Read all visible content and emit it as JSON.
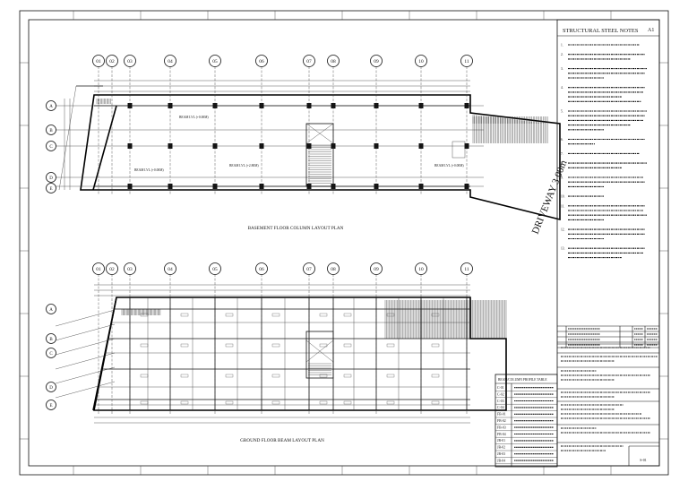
{
  "drawing": {
    "plans": {
      "basement_title": "BASEMENT FLOOR COLUMN LAYOUT PLAN",
      "ground_title": "GROUND FLOOR BEAM LAYOUT PLAN",
      "driveway_label": "DRIVEWAY 3.00m"
    },
    "grid_columns": [
      "01",
      "02",
      "03",
      "04",
      "05",
      "06",
      "07",
      "08",
      "09",
      "10",
      "11"
    ],
    "grid_rows": [
      "A",
      "B",
      "C",
      "D",
      "E"
    ],
    "title_block": {
      "notes_title": "STRUCTURAL STEEL NOTES",
      "sheet_ref": "A1",
      "note_numbers": [
        "1.",
        "2.",
        "3.",
        "4.",
        "5.",
        "6.",
        "7.",
        "8.",
        "9.",
        "10.",
        "11.",
        "12.",
        "13."
      ],
      "sheet_no": "S-01"
    },
    "member_schedule": {
      "title": "BEAM/COLUMN PROFILE TABLE",
      "codes": [
        "C-01",
        "C-02",
        "C-03",
        "C-04",
        "FB-01",
        "FB-02",
        "FB-03",
        "FB-04",
        "JB-01",
        "JB-02",
        "JB-03",
        "JB-04"
      ]
    },
    "colors": {
      "ink": "#111111",
      "paper": "#ffffff"
    }
  }
}
